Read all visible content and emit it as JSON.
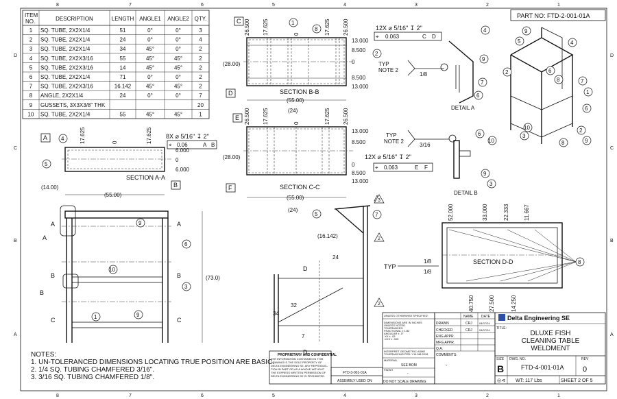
{
  "zones": {
    "cols": [
      "8",
      "7",
      "6",
      "5",
      "4",
      "3",
      "2",
      "1"
    ],
    "rows": [
      "D",
      "C",
      "B",
      "A"
    ]
  },
  "part_no": "PART NO: FTD-2-001-01A",
  "bom": {
    "headers": [
      "ITEM NO.",
      "DESCRIPTION",
      "LENGTH",
      "ANGLE1",
      "ANGLE2",
      "QTY."
    ],
    "header_item_1": "ITEM",
    "header_item_2": "NO.",
    "rows": [
      [
        "1",
        "SQ. TUBE, 2X2X1/4",
        "51",
        "0°",
        "0°",
        "3"
      ],
      [
        "2",
        "SQ. TUBE, 2X2X1/4",
        "24",
        "0°",
        "0°",
        "4"
      ],
      [
        "3",
        "SQ. TUBE, 2X2X1/4",
        "34",
        "45°",
        "0°",
        "2"
      ],
      [
        "4",
        "SQ. TUBE, 2X2X3/16",
        "55",
        "45°",
        "45°",
        "2"
      ],
      [
        "5",
        "SQ. TUBE, 2X2X3/16",
        "14",
        "45°",
        "45°",
        "2"
      ],
      [
        "6",
        "SQ. TUBE, 2X2X1/4",
        "71",
        "0°",
        "0°",
        "2"
      ],
      [
        "7",
        "SQ. TUBE, 2X2X3/16",
        "16.142",
        "45°",
        "45°",
        "2"
      ],
      [
        "8",
        "ANGLE, 2X2X1/4",
        "24",
        "0°",
        "0°",
        "7"
      ],
      [
        "9",
        "GUSSETS, 3X3X3/8\" THK",
        "",
        "",
        "",
        "20"
      ],
      [
        "10",
        "SQ. TUBE, 2X2X1/4",
        "55",
        "45°",
        "45°",
        "1"
      ]
    ]
  },
  "section_bb": {
    "title": "SECTION B-B",
    "marker_top": "C",
    "marker_bottom": "D",
    "top_dims": [
      "26.500",
      "17.625",
      "0",
      "17.625",
      "26.500"
    ],
    "right_dims": [
      "13.000",
      "8.500",
      "0",
      "8.500",
      "13.000"
    ],
    "height": "(28.00)",
    "width": "(55.00)",
    "inner": "(24)",
    "hole_callout": "12X ⌀ 5/16\" ↧ 2\"",
    "tol": "0.063",
    "datums": [
      "C",
      "D"
    ],
    "balloons": [
      "1",
      "8",
      "2"
    ]
  },
  "section_cc": {
    "title": "SECTION C-C",
    "marker_top": "E",
    "marker_bottom": "F",
    "top_dims": [
      "26.500",
      "17.625",
      "0",
      "17.625",
      "26.500"
    ],
    "right_dims": [
      "13.000",
      "8.500",
      "0",
      "8.500",
      "13.000"
    ],
    "height": "(28.00)",
    "width": "(55.00)",
    "inner": "(24)",
    "hole_callout": "12X ⌀ 5/16\" ↧ 2\"",
    "tol": "0.063",
    "datums": [
      "E",
      "F"
    ]
  },
  "section_aa": {
    "title": "SECTION A-A",
    "marker_top": "A",
    "marker_bottom": "B",
    "top_dims": [
      "17.625",
      "0",
      "17.625"
    ],
    "right_dims": [
      "6.000",
      "0",
      "6.000"
    ],
    "offset": "(14.00)",
    "width": "(55.00)",
    "hole_callout": "8X ⌀ 5/16\" ↧ 2\"",
    "tol": "0.06",
    "datums": [
      "A",
      "B"
    ],
    "balloons": [
      "4",
      "5"
    ]
  },
  "weld_bb": {
    "typ": "TYP",
    "note": "NOTE 2",
    "size": "1/8"
  },
  "weld_cc": {
    "typ": "TYP",
    "note": "NOTE 2",
    "size": "3/16"
  },
  "weld_dd": {
    "typ": "TYP",
    "size": "1/8"
  },
  "detail_a": {
    "title": "DETAIL A",
    "balloons": [
      "4",
      "9",
      "7",
      "6"
    ]
  },
  "detail_b": {
    "title": "DETAIL B",
    "balloons": [
      "6",
      "10",
      "9",
      "3"
    ]
  },
  "iso_balloons": [
    "9",
    "5",
    "4",
    "2",
    "6",
    "8",
    "7",
    "1",
    "6",
    "10",
    "3",
    "2",
    "8",
    "9"
  ],
  "front_view": {
    "section_letters": [
      "A",
      "A",
      "A",
      "B",
      "B",
      "B",
      "C",
      "C"
    ],
    "callout_a": "A",
    "callout_b": "B",
    "height": "(73.0)",
    "balloons": [
      "9",
      "6",
      "10",
      "3",
      "1",
      "9"
    ]
  },
  "side_view": {
    "balloons": [
      "5",
      "7",
      "2",
      "2"
    ],
    "triangle": "3",
    "angle_len": "(16.142)",
    "dims": [
      "24",
      "34",
      "32",
      "7"
    ],
    "marker": "D"
  },
  "section_dd": {
    "title": "SECTION D-D",
    "top_dims": [
      "52.000",
      "33.000",
      "22.333",
      "11.667"
    ],
    "bottom_dims": [
      "40.750",
      "27.500",
      "14.250"
    ],
    "balloon": "8"
  },
  "notes": {
    "title": "NOTES:",
    "items": [
      "1.   UN-TOLERANCED DIMENSIONS LOCATING TRUE POSITION ARE BASIC.",
      "2.   1/4 SQ. TUBING CHAMFERED 3/16\".",
      "3.   3/16 SQ. TUBING CHAMFERED 1/8\"."
    ]
  },
  "proprietary": {
    "title": "PROPRIETARY AND CONFIDENTIAL",
    "lines": [
      "THE INFORMATION CONTAINED IN THIS",
      "DRAWING IS THE SOLE PROPERTY OF",
      "DELTA ENGINEERING SE. ANY REPRODUC-",
      "TION IN PART OR AS A WHOLE WITHOUT",
      "THE EXPRESS WRITTEN PERMISSION OF",
      "DELTA ENGINEERING SE IS PROHIBITED."
    ]
  },
  "title_block": {
    "assembly_no": "FTD-3-001-01A",
    "assembly_label": "ASSEMBLY USED ON",
    "unless": "UNLESS OTHERWISE SPECIFIED:",
    "tol_lines": [
      "DIMENSIONS ARE IN INCHES",
      "UNLESS NOTED.",
      "TOLERANCES:",
      "FRACTIONAL ± 1/32",
      "ANGULAR ± .5°",
      ".XX ± .03",
      ".XXX ± .005"
    ],
    "interpret": [
      "INTERPRET GEOMETRIC  ASME",
      "TOLERANCING PER:  Y14.5M-2018"
    ],
    "material_label": "MATERIAL",
    "material": "SEE BOM",
    "finish_label": "FINISH",
    "finish": "-",
    "no_scale": "DO NOT SCALE DRAWING",
    "name_h": "NAME",
    "date_h": "DATE",
    "roles": [
      "DRAWN",
      "CHECKED",
      "ENG APPR.",
      "MFG APPR.",
      "Q.A."
    ],
    "names": [
      "CRJ",
      "CRJ",
      "",
      "",
      ""
    ],
    "dates": [
      "04/07/24",
      "04/07/24",
      "",
      "",
      ""
    ],
    "comments_label": "COMMENTS:",
    "comments": "-",
    "company": "Delta Engineering SE",
    "title_label": "TITLE:",
    "title_lines": [
      "DLUXE FISH",
      "CLEANING TABLE",
      "WELDMENT"
    ],
    "size_label": "SIZE",
    "size": "B",
    "dwg_label": "DWG.  NO.",
    "dwg_no": "FTD-4-001-01A",
    "rev_label": "REV",
    "rev": "0",
    "weight": "WT: 117 Lbs",
    "sheet": "SHEET 2 OF 5"
  }
}
